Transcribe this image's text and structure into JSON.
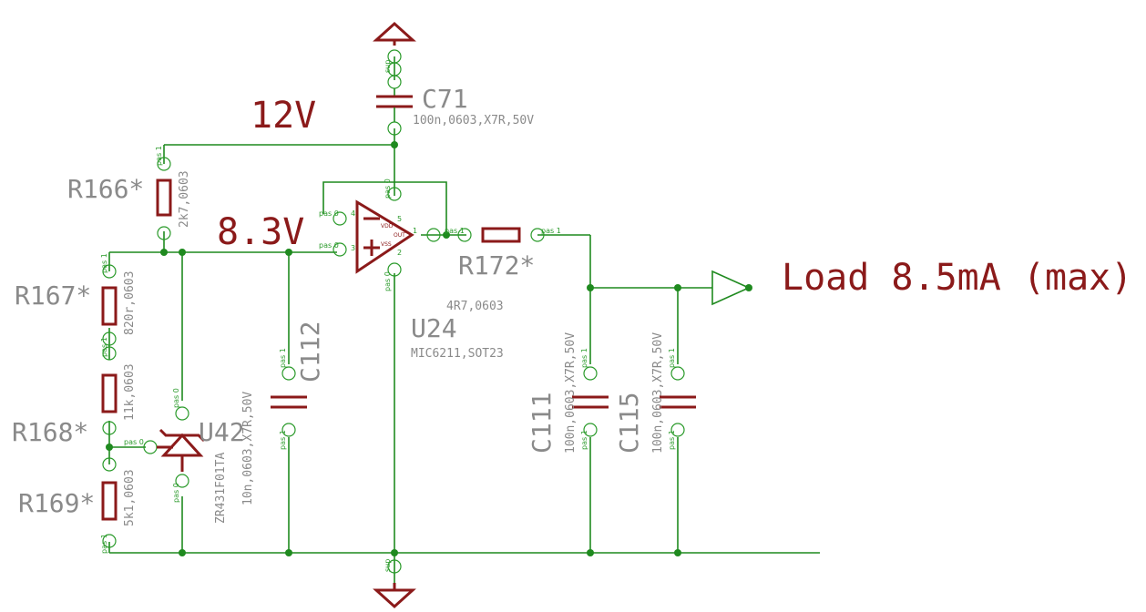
{
  "nets": {
    "v12": "12V",
    "v83": "8.3V",
    "load": "Load 8.5mA (max)"
  },
  "components": {
    "c71": {
      "name": "C71",
      "value": "100n,0603,X7R,50V"
    },
    "r166": {
      "name": "R166*",
      "value": "2k7,0603"
    },
    "r167": {
      "name": "R167*",
      "value": "820r,0603"
    },
    "r168": {
      "name": "R168*",
      "value": "11k,0603"
    },
    "r169": {
      "name": "R169*",
      "value": "5k1,0603"
    },
    "u42": {
      "name": "U42",
      "value": "ZR431F01TA"
    },
    "c112": {
      "name": "C112",
      "value": "10n,0603,X7R,50V"
    },
    "u24": {
      "name": "U24",
      "value": "MIC6211,SOT23",
      "pin_vdd": "VDD",
      "pin_vss": "VSS",
      "pin_out": "OUT"
    },
    "r172": {
      "name": "R172*",
      "value": "4R7,0603"
    },
    "c111": {
      "name": "C111",
      "value": "100n,0603,X7R,50V"
    },
    "c115": {
      "name": "C115",
      "value": "100n,0603,X7R,50V"
    }
  },
  "pin_labels": {
    "pas0": "pas 0",
    "pas1": "pas 1",
    "sup": "sup",
    "n1": "1",
    "n2": "2",
    "n3": "3",
    "n4": "4",
    "n5": "5"
  }
}
